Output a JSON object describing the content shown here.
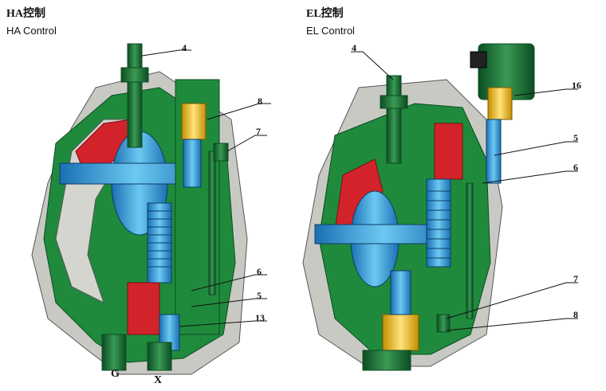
{
  "panels": [
    {
      "title_zh": "HA控制",
      "title_en": "HA Control",
      "callouts": [
        "4",
        "8",
        "7",
        "6",
        "5",
        "13"
      ],
      "ports": [
        "G",
        "X"
      ]
    },
    {
      "title_zh": "EL控制",
      "title_en": "EL Control",
      "callouts": [
        "4",
        "16",
        "5",
        "6",
        "7",
        "8"
      ]
    }
  ],
  "colors": {
    "housing_green": "#1f8a3c",
    "dark_green": "#0d5a2a",
    "grey": "#c9c9c4",
    "blue": "#2fa8e0",
    "red": "#d2232a",
    "yellow": "#f2c416"
  }
}
